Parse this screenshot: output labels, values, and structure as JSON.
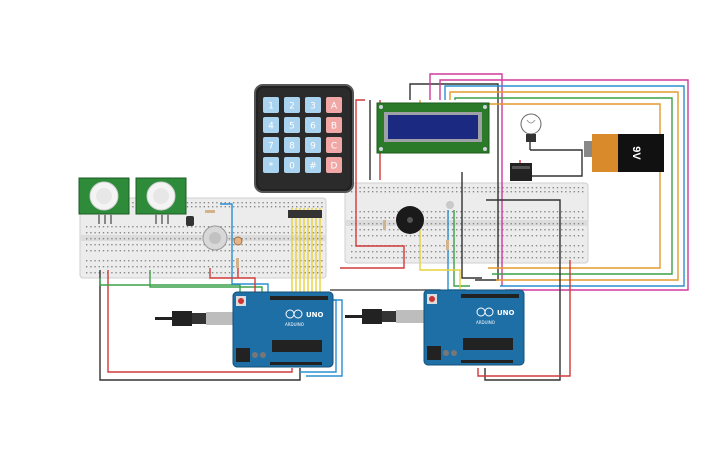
{
  "keypad": {
    "keys": [
      "1",
      "2",
      "3",
      "A",
      "4",
      "5",
      "6",
      "B",
      "7",
      "8",
      "9",
      "C",
      "*",
      "0",
      "#",
      "D"
    ]
  },
  "battery": {
    "label": "9V"
  },
  "arduino_left": {
    "brand": "UNO",
    "sub": "ARDUINO"
  },
  "arduino_right": {
    "brand": "UNO",
    "sub": "ARDUINO"
  },
  "colors": {
    "breadboard": "#ededed",
    "arduino": "#1f6fa7",
    "pir": "#2e8b3a",
    "keypad_body": "#222222",
    "key_number": "#a9d3ef",
    "key_letter": "#f2a7a7",
    "lcd_board": "#2a7a2a",
    "lcd_screen": "#1b2a80",
    "battery": "#d98a2b",
    "wire_red": "#d03a3a",
    "wire_black": "#333333",
    "wire_green": "#3ca04a",
    "wire_blue": "#2a8fcf",
    "wire_orange": "#e39a2a",
    "wire_magenta": "#d03a9a",
    "wire_yellow": "#e6d23a"
  },
  "icons": [
    "pir-sensor-icon",
    "keypad-icon",
    "lcd-icon",
    "lightbulb-icon",
    "battery-icon",
    "buzzer-icon",
    "arduino-icon",
    "usb-cable-icon"
  ]
}
